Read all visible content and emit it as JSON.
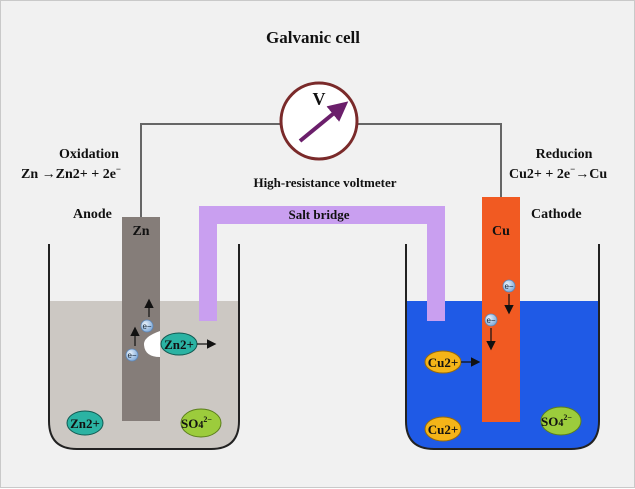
{
  "title": "Galvanic cell",
  "voltmeter": {
    "symbol": "V",
    "label": "High-resistance voltmeter"
  },
  "left": {
    "process_title": "Oxidation",
    "equation_prefix": "Zn →Zn2+ + 2e",
    "equation_sup": "−",
    "electrode_role": "Anode",
    "electrode_label": "Zn",
    "released_ion": "Zn2+",
    "ion_bottom": "Zn2+",
    "sulfate": "SO",
    "sulfate_sub": "4",
    "sulfate_sup": "2−",
    "electron": "e−"
  },
  "right": {
    "process_title": "Reducion",
    "equation_prefix": "Cu2+ + 2e",
    "equation_sup": "−",
    "equation_suffix": "→Cu",
    "electrode_role": "Cathode",
    "electrode_label": "Cu",
    "ion_upper": "Cu2+",
    "ion_bottom": "Cu2+",
    "sulfate": "SO",
    "sulfate_sub": "4",
    "sulfate_sup": "2−",
    "electron": "e−"
  },
  "salt_bridge": {
    "label": "Salt bridge"
  },
  "colors": {
    "background": "#f1f1f1",
    "wire": "#666666",
    "voltmeter_ring": "#7a2a2a",
    "needle": "#6b1f6b",
    "zinc_electrode": "#857d79",
    "copper_electrode": "#f15a22",
    "left_solution": "#ccc8c3",
    "right_solution": "#1f5ae6",
    "salt_bridge": "#c99ff0",
    "ion_teal": "#2bb3a3",
    "ion_yellow": "#f4b418",
    "sulfate_green": "#9ccc3c",
    "electron": "#8db8e6"
  }
}
